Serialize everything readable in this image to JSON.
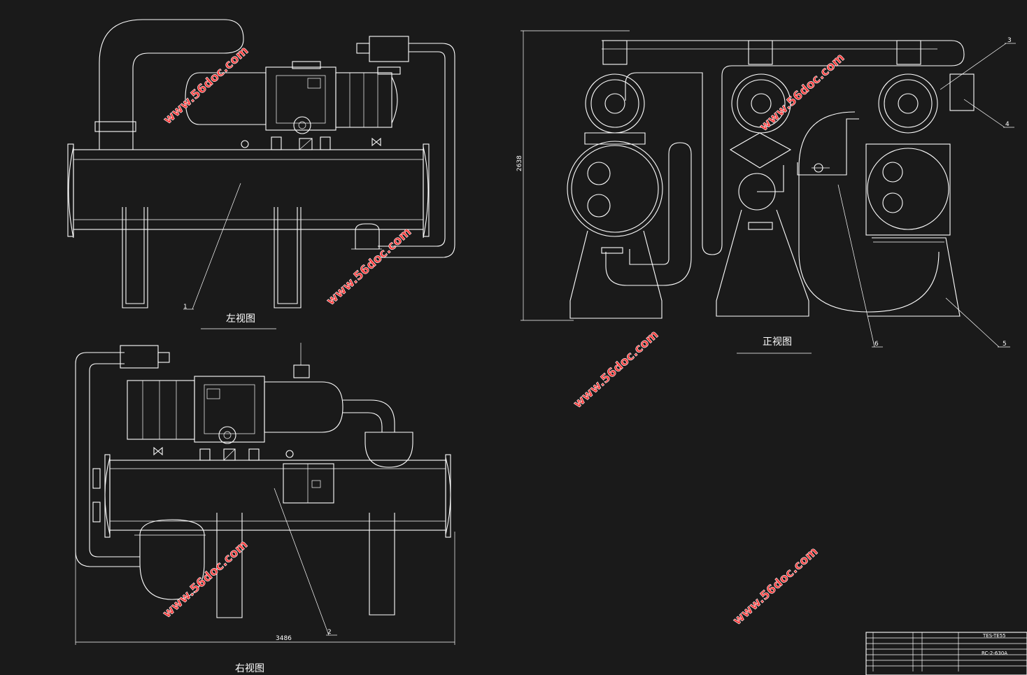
{
  "views": {
    "left": "左视图",
    "right": "右视图",
    "front": "正视图"
  },
  "dimensions": {
    "width": "3486",
    "height": "2638"
  },
  "balloons": [
    "1",
    "2",
    "3",
    "4",
    "5",
    "6"
  ],
  "watermark": "www.56doc.com",
  "title_block": {
    "drawing_no": "TES-TE55",
    "model": "RC-2-630A"
  },
  "colors": {
    "background": "#1a1a1a",
    "line": "#ffffff",
    "watermark": "#ff3a3a"
  }
}
